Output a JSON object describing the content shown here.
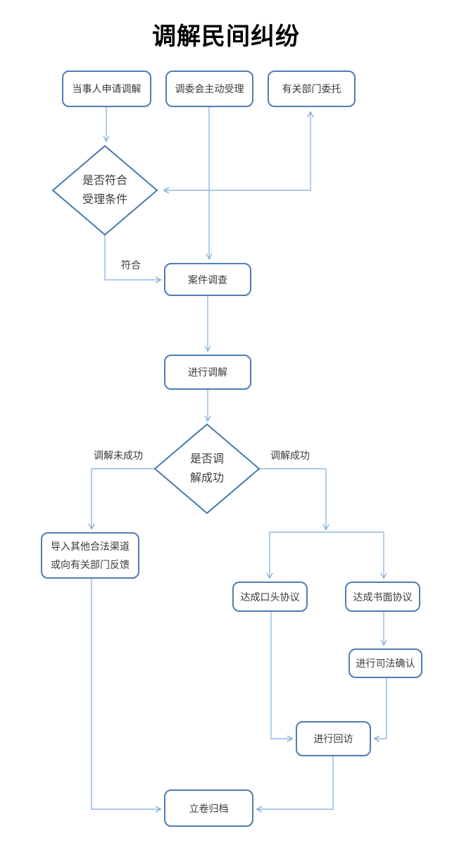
{
  "title": "调解民间纠纷",
  "colors": {
    "node_border": "#4f7db4",
    "diamond_border": "#4878b2",
    "connector": "#93b9e4",
    "arrowhead": "#7fa9d6",
    "text": "#3a3a3a",
    "title_text": "#000000"
  },
  "nodes": {
    "apply": {
      "label": "当事人申请调解"
    },
    "committee": {
      "label": "调委会主动受理"
    },
    "entrust": {
      "label": "有关部门委托"
    },
    "accept_check": {
      "line1": "是否符合",
      "line2": "受理条件"
    },
    "investigate": {
      "label": "案件调查"
    },
    "mediate": {
      "label": "进行调解"
    },
    "success_check": {
      "line1": "是否调",
      "line2": "解成功"
    },
    "other_channel": {
      "line1": "导入其他合法渠道",
      "line2": "或向有关部门反馈"
    },
    "oral_agreement": {
      "label": "达成口头协议"
    },
    "written_agreement": {
      "label": "达成书面协议"
    },
    "judicial_confirm": {
      "label": "进行司法确认"
    },
    "follow_up": {
      "label": "进行回访"
    },
    "archive": {
      "label": "立卷归档"
    }
  },
  "edge_labels": {
    "qualified": "符合",
    "mediation_failed": "调解未成功",
    "mediation_succeeded": "调解成功"
  }
}
